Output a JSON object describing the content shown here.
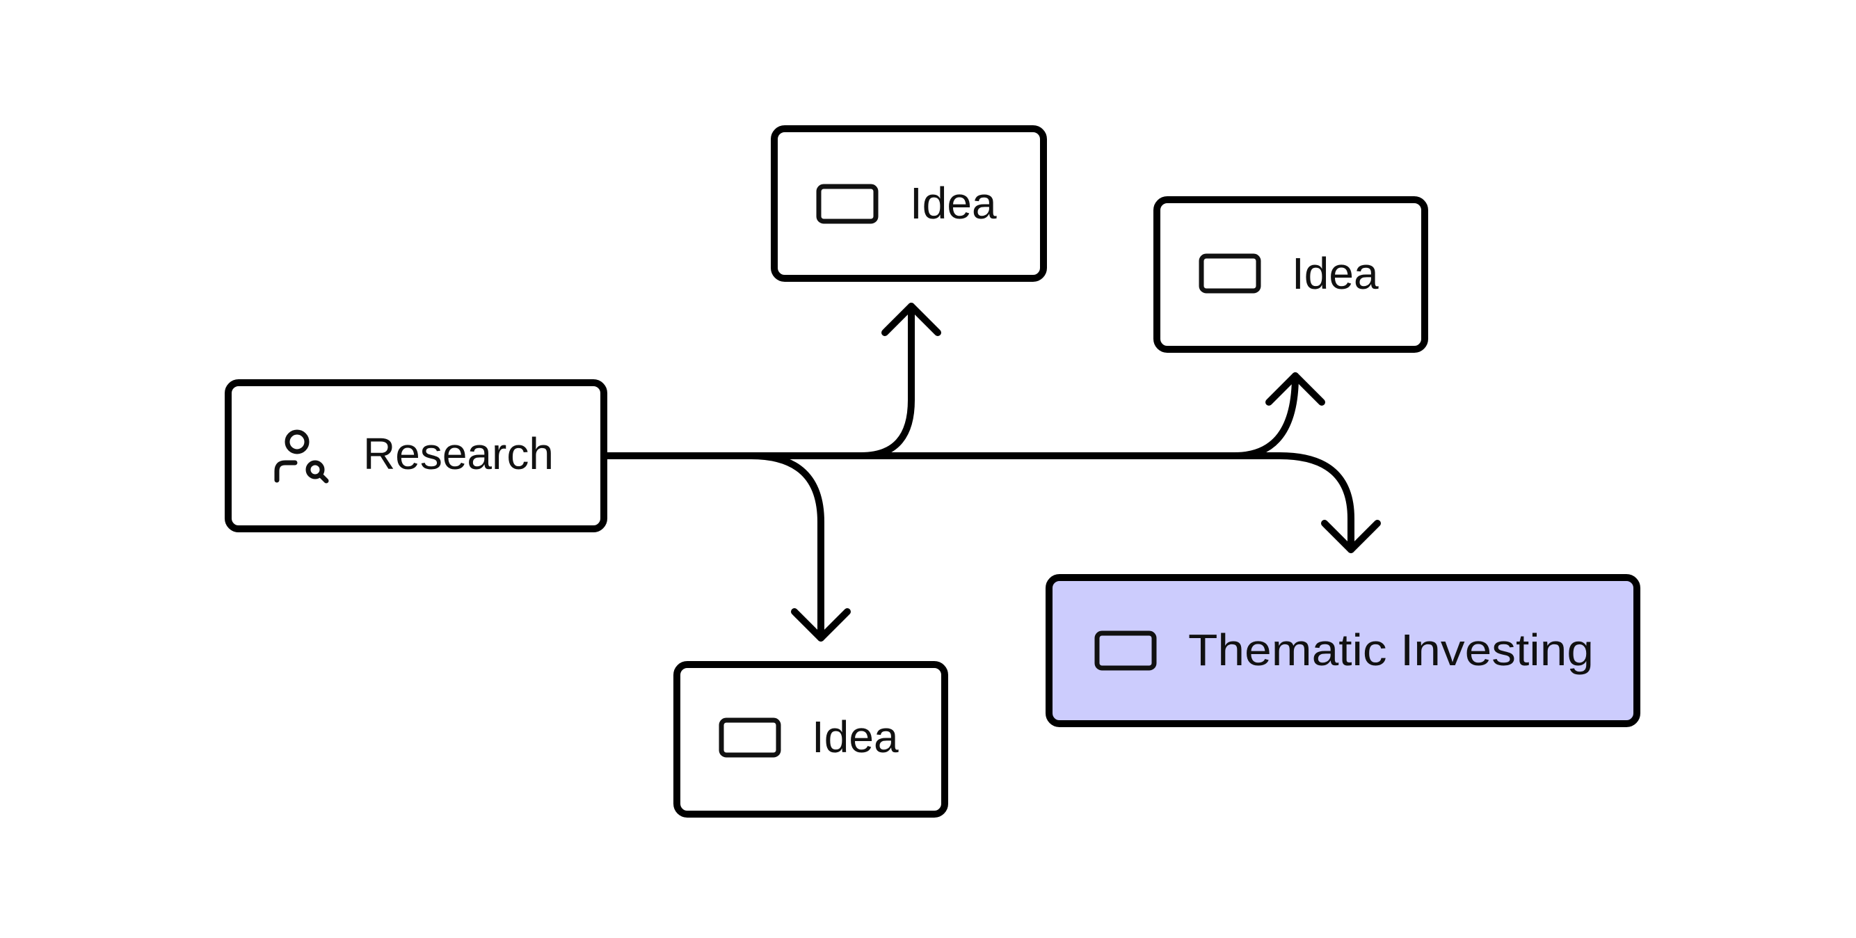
{
  "nodes": {
    "research": {
      "label": "Research",
      "icon": "user-search-icon"
    },
    "idea_top": {
      "label": "Idea",
      "icon": "rectangle-icon"
    },
    "idea_right": {
      "label": "Idea",
      "icon": "rectangle-icon"
    },
    "idea_bottom": {
      "label": "Idea",
      "icon": "rectangle-icon"
    },
    "thematic": {
      "label": "Thematic Investing",
      "icon": "rectangle-icon"
    }
  },
  "colors": {
    "stroke": "#000000",
    "node_fill": "#ffffff",
    "highlight_fill": "#ccccfd",
    "text": "#111111"
  }
}
